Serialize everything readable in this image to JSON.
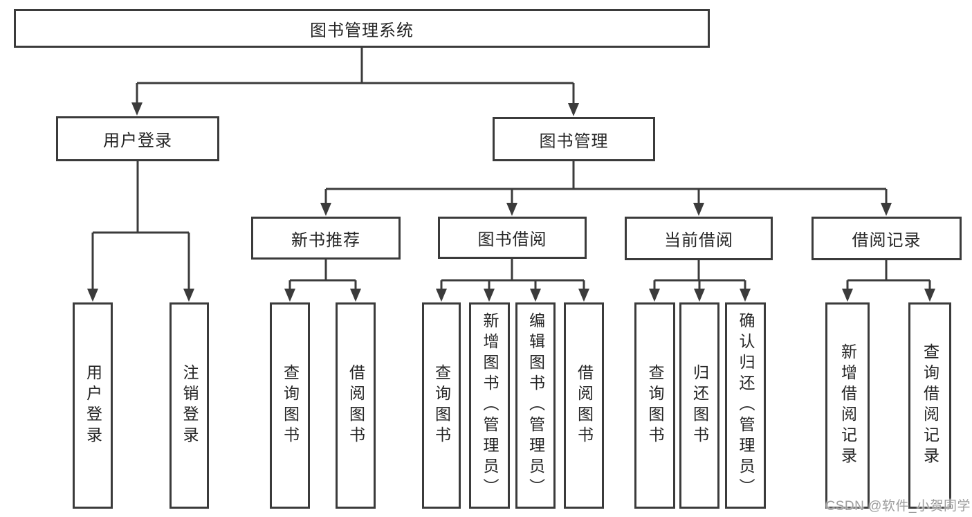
{
  "title": "图书管理系统",
  "colors": {
    "line": "#3b3b3b",
    "box_border": "#3b3b3b",
    "box_background": "#ffffff",
    "text": "#252525",
    "watermark_text": "#9d9d9d",
    "background": "#ffffff"
  },
  "tree": {
    "label": "图书管理系统",
    "children": [
      {
        "label": "用户登录",
        "children": [
          {
            "label": "用户登录"
          },
          {
            "label": "注销登录"
          }
        ]
      },
      {
        "label": "图书管理",
        "children": [
          {
            "label": "新书推荐",
            "children": [
              {
                "label": "查询图书"
              },
              {
                "label": "借阅图书"
              }
            ]
          },
          {
            "label": "图书借阅",
            "children": [
              {
                "label": "查询图书"
              },
              {
                "label": "新增图书（管理员）"
              },
              {
                "label": "编辑图书（管理员）"
              },
              {
                "label": "借阅图书"
              }
            ]
          },
          {
            "label": "当前借阅",
            "children": [
              {
                "label": "查询图书"
              },
              {
                "label": "归还图书"
              },
              {
                "label": "确认归还（管理员）"
              }
            ]
          },
          {
            "label": "借阅记录",
            "children": [
              {
                "label": "新增借阅记录"
              },
              {
                "label": "查询借阅记录"
              }
            ]
          }
        ]
      }
    ]
  },
  "watermark": {
    "text": "CSDN @软件_小贺同学"
  }
}
